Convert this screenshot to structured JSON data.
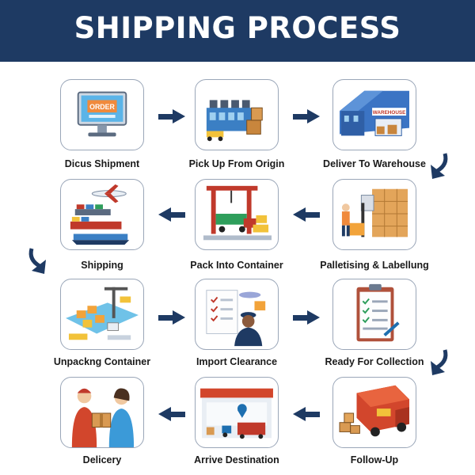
{
  "header": {
    "title": "SHIPPING PROCESS"
  },
  "steps": [
    {
      "label": "Dicus Shipment",
      "icon": "computer-order-icon"
    },
    {
      "label": "Pick Up From Origin",
      "icon": "factory-pickup-icon"
    },
    {
      "label": "Deliver To Warehouse",
      "icon": "warehouse-icon"
    },
    {
      "label": "Palletising & Labellung",
      "icon": "forklift-pallet-icon"
    },
    {
      "label": "Pack Into Container",
      "icon": "container-crane-icon"
    },
    {
      "label": "Shipping",
      "icon": "plane-ship-train-icon"
    },
    {
      "label": "Unpackng Container",
      "icon": "port-unloading-icon"
    },
    {
      "label": "Import Clearance",
      "icon": "customs-officer-icon"
    },
    {
      "label": "Ready For Collection",
      "icon": "clipboard-checklist-icon"
    },
    {
      "label": "Follow-Up",
      "icon": "delivery-truck-icon"
    },
    {
      "label": "Arrive Destination",
      "icon": "destination-warehouse-icon"
    },
    {
      "label": "Delicery",
      "icon": "handover-delivery-icon"
    }
  ],
  "image_text": {
    "computer_screen": "ORDER",
    "warehouse_sign": "WAREHOUSE"
  },
  "colors": {
    "header_bg": "#1e3a63",
    "arrow": "#1e3a63",
    "card_border": "#9aa6b8"
  }
}
